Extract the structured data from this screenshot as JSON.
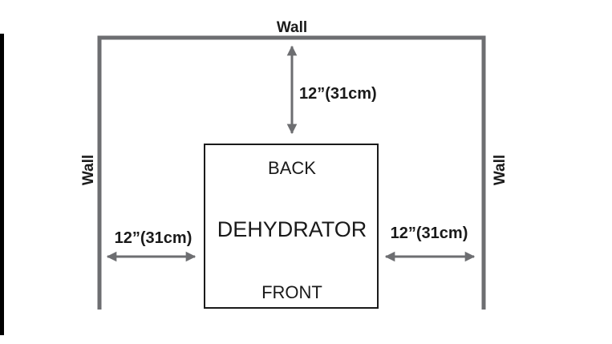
{
  "walls": {
    "top_label": "Wall",
    "left_label": "Wall",
    "right_label": "Wall"
  },
  "clearances": {
    "top": "12”(31cm)",
    "left": "12”(31cm)",
    "right": "12”(31cm)"
  },
  "dehydrator": {
    "title": "DEHYDRATOR",
    "back_label": "BACK",
    "front_label": "FRONT"
  },
  "colors": {
    "wall": "#6d6e71",
    "arrow": "#6d6e71",
    "box_outline": "#1a1a1a",
    "edge_bar": "#000000"
  }
}
